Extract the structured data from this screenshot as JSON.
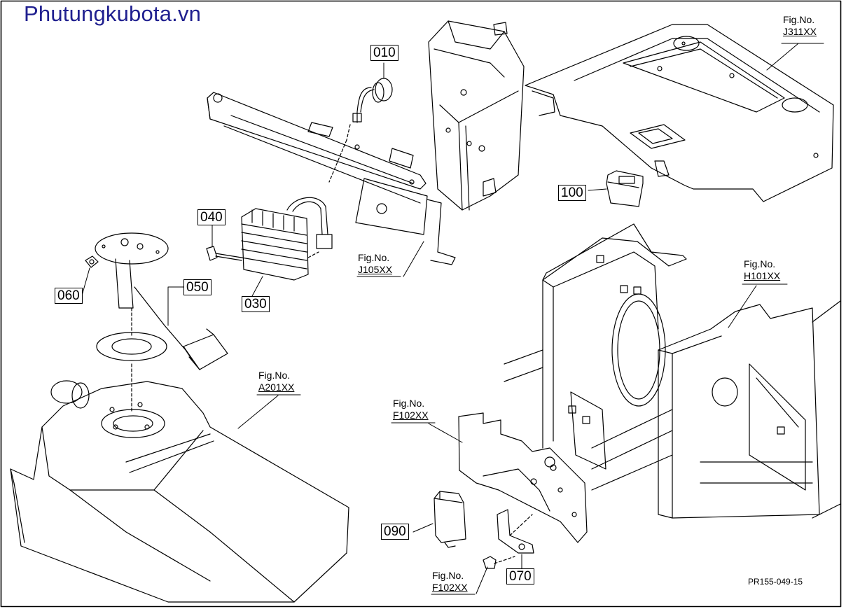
{
  "watermark": "Phutungkubota.vn",
  "doc_number": "PR155-049-15",
  "fig_prefix": "Fig.No.",
  "callouts": {
    "p010": "010",
    "p030": "030",
    "p040": "040",
    "p050": "050",
    "p060": "060",
    "p070": "070",
    "p090": "090",
    "p100": "100"
  },
  "fig_refs": {
    "j311": "J311XX",
    "j105": "J105XX",
    "h101": "H101XX",
    "a201": "A201XX",
    "f102_upper": "F102XX",
    "f102_lower": "F102XX"
  }
}
